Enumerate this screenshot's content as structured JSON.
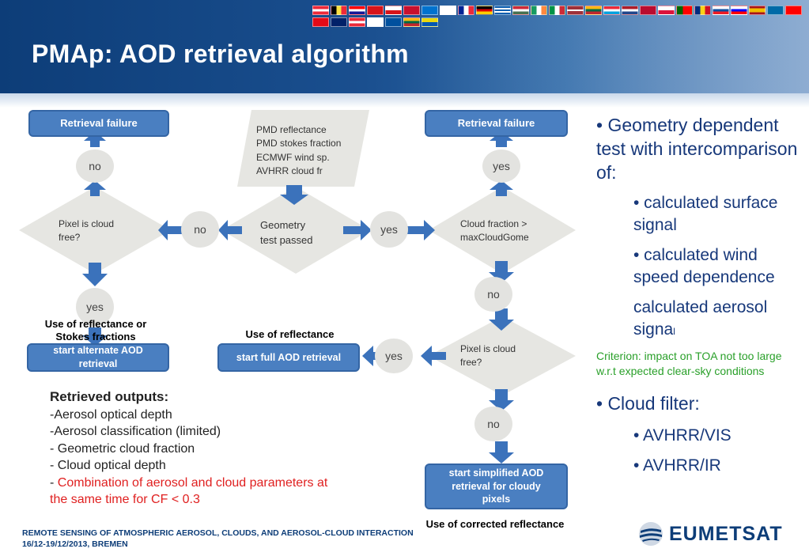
{
  "slide": {
    "title": "PMAp: AOD retrieval algorithm",
    "footer": {
      "line1": "REMOTE SENSING OF ATMOSPHERIC AEROSOL, CLOUDS, AND AEROSOL-CLOUD INTERACTION",
      "line2": "16/12-19/12/2013, BREMEN"
    },
    "logo": "EUMETSAT"
  },
  "flow": {
    "failure_left": "Retrieval failure",
    "failure_right": "Retrieval failure",
    "input_lines": [
      "PMD reflectance",
      "PMD stokes fraction",
      "ECMWF wind sp.",
      "AVHRR cloud fr"
    ],
    "geometry": [
      "Geometry",
      "test  passed"
    ],
    "pixel_cloud_free_left": [
      "Pixel is cloud",
      "free?"
    ],
    "cloud_fraction": [
      "Cloud fraction >",
      "maxCloudGome"
    ],
    "pixel_cloud_free_right": [
      "Pixel is cloud",
      "free?"
    ],
    "no": "no",
    "yes": "yes",
    "alt_aod": [
      "start alternate AOD",
      "retrieval"
    ],
    "full_aod": "start full AOD retrieval",
    "simplified_aod": [
      "start simplified AOD",
      "retrieval for cloudy",
      "pixels"
    ],
    "note_left": [
      "Use of reflectance or",
      "Stokes fractions"
    ],
    "note_mid": "Use of reflectance",
    "note_bottom": "Use of corrected reflectance"
  },
  "outputs": {
    "heading": "Retrieved outputs:",
    "items": [
      "-Aerosol optical depth",
      "-Aerosol classification (limited)",
      "- Geometric cloud fraction",
      "- Cloud optical depth"
    ],
    "red_prefix": "- ",
    "red_line1": "Combination of aerosol and cloud parameters at",
    "red_line2": "the same time for CF < 0.3"
  },
  "right_panel": {
    "bullet1": "• Geometry dependent test with intercomparison of:",
    "sub1": "• calculated surface signal",
    "sub2": "• calculated wind speed dependence",
    "sub3": " calculated aerosol signa",
    "sub3_tail": "l",
    "criterion": "Criterion: impact on TOA not too large w.r.t expected clear-sky conditions",
    "bullet2": "• Cloud filter:",
    "sub4": "• AVHRR/VIS",
    "sub5": "• AVHRR/IR"
  },
  "colors": {
    "banner": "#0d3d78",
    "box": "#4a7fc1",
    "arrow": "#3b72bb",
    "diamond": "#e6e6e2",
    "text_blue": "#17387a",
    "criterion_green": "#2aa02a",
    "highlight_red": "#e02020"
  }
}
